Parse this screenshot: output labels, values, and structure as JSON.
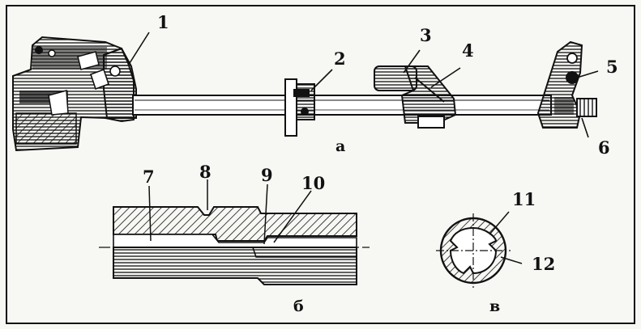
{
  "figure": {
    "callouts": [
      "1",
      "2",
      "3",
      "4",
      "5",
      "6",
      "7",
      "8",
      "9",
      "10",
      "11",
      "12"
    ],
    "view_letters": [
      "а",
      "б",
      "в"
    ]
  },
  "colors": {
    "ink": "#111111",
    "paper": "#f7f7f4"
  }
}
